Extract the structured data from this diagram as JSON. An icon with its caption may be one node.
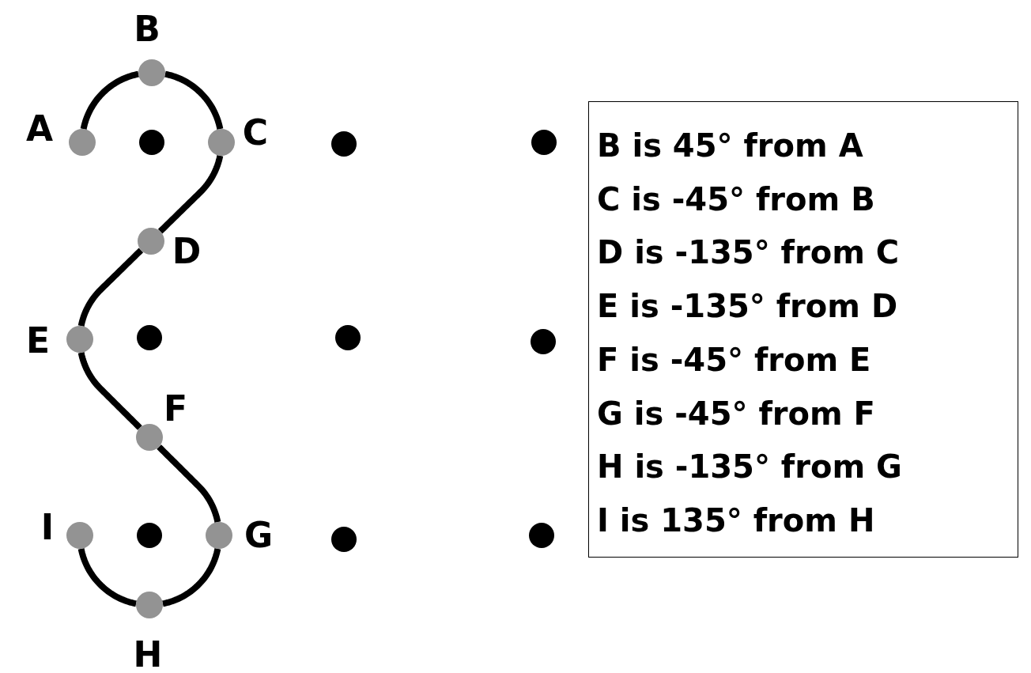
{
  "diagram": {
    "nodes": [
      {
        "text": [],
        "shape": "circle",
        "beside": [
          "A"
        ]
      },
      {
        "text": [],
        "shape": "circle",
        "beside": [
          "B"
        ]
      },
      {
        "text": [],
        "shape": "circle",
        "beside": [
          "C"
        ]
      },
      {
        "text": [],
        "shape": "circle",
        "beside": [
          "D"
        ]
      },
      {
        "text": [],
        "shape": "circle",
        "beside": [
          "E"
        ]
      },
      {
        "text": [],
        "shape": "circle",
        "beside": [
          "F"
        ]
      },
      {
        "text": [],
        "shape": "circle",
        "beside": [
          "G"
        ]
      },
      {
        "text": [],
        "shape": "circle",
        "beside": [
          "H"
        ]
      },
      {
        "text": [],
        "shape": "circle",
        "beside": [
          "I"
        ]
      },
      {
        "text": [],
        "shape": "circle"
      },
      {
        "text": [],
        "shape": "circle"
      },
      {
        "text": [],
        "shape": "circle"
      },
      {
        "text": [],
        "shape": "circle"
      },
      {
        "text": [],
        "shape": "circle"
      },
      {
        "text": [],
        "shape": "circle"
      },
      {
        "text": [],
        "shape": "circle"
      },
      {
        "text": [],
        "shape": "circle"
      },
      {
        "text": [],
        "shape": "circle"
      },
      {
        "text": [
          "B is 45° from A",
          "C is -45° from B",
          "D is -135° from C",
          "E is -135° from D",
          "F is -45° from E",
          "G is -45° from F",
          "H is -135° from G",
          "I is 135° from H"
        ]
      }
    ],
    "edges": [
      {
        "from": 0,
        "to": 1,
        "arrow": "none"
      },
      {
        "from": 1,
        "to": 2,
        "arrow": "none"
      },
      {
        "from": 2,
        "to": 3,
        "arrow": "none"
      },
      {
        "from": 3,
        "to": 4,
        "arrow": "none"
      },
      {
        "from": 4,
        "to": 5,
        "arrow": "none"
      },
      {
        "from": 5,
        "to": 6,
        "arrow": "none"
      },
      {
        "from": 6,
        "to": 7,
        "arrow": "none"
      },
      {
        "from": 7,
        "to": 8,
        "arrow": "none"
      }
    ]
  }
}
